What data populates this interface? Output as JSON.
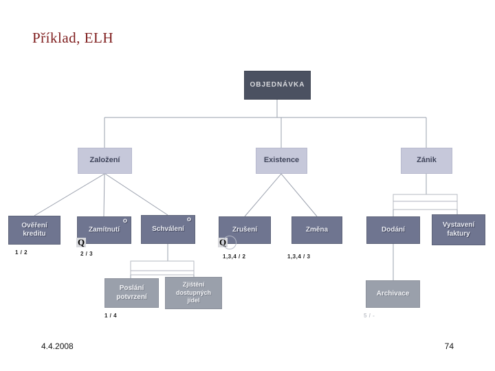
{
  "slide": {
    "title": "Příklad, ELH",
    "footer_date": "4.4.2008",
    "footer_page": "74"
  },
  "colors": {
    "title_text": "#7e1c1c",
    "node_dark_bg": "#4b5161",
    "node_light_bg": "#c6c8da",
    "node_mid_bg": "#6f7590",
    "node_gray_bg": "#9aa0ab",
    "connector": "#9aa0ad"
  },
  "diagram": {
    "nodes": {
      "objednavka": {
        "label": "OBJEDNÁVKA"
      },
      "zalozeni": {
        "label": "Založení"
      },
      "existence": {
        "label": "Existence"
      },
      "zanik": {
        "label": "Zánik"
      },
      "overeni": {
        "label": "Ověření\nkreditu",
        "ratio": "1 / 2"
      },
      "zamitnuti": {
        "label": "Zamítnutí",
        "marker": "o",
        "badge": "Q",
        "ratio": "2 / 3"
      },
      "schvaleni": {
        "label": "Schválení",
        "marker": "o"
      },
      "zruseni": {
        "label": "Zrušení",
        "badge": "Q",
        "ratio": "1,3,4 / 2"
      },
      "zmena": {
        "label": "Změna",
        "ratio": "1,3,4 / 3"
      },
      "dodani": {
        "label": "Dodání"
      },
      "vystaveni": {
        "label": "Vystavení\nfaktury"
      },
      "poslani": {
        "label": "Poslání\npotvrzení",
        "ratio": "1 / 4"
      },
      "zjisteni": {
        "label": "Zjištění\ndostupných\njídel"
      },
      "archivace": {
        "label": "Archivace",
        "ratio": "5 / -"
      }
    }
  }
}
